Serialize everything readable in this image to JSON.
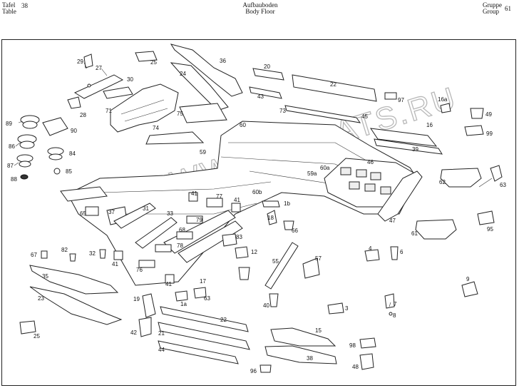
{
  "header": {
    "left_word_de": "Tafel",
    "left_word_en": "Table",
    "table_number": "38",
    "center_de": "Aufbauboden",
    "center_en": "Body Floor",
    "right_word_de": "Gruppe",
    "right_word_en": "Group",
    "group_number": "61"
  },
  "watermark": "WWW.ELCATS.RU",
  "callouts": [
    "1a",
    "1b",
    "3",
    "4",
    "6",
    "7",
    "8",
    "9",
    "12",
    "15",
    "16",
    "16a",
    "17",
    "18",
    "19",
    "20",
    "21",
    "22",
    "23",
    "24",
    "25",
    "28",
    "29",
    "30",
    "31",
    "32",
    "33",
    "35",
    "36",
    "37",
    "38",
    "39",
    "40",
    "41",
    "42",
    "43",
    "44",
    "45",
    "46",
    "47",
    "48",
    "49",
    "55",
    "57",
    "59",
    "59a",
    "60",
    "60a",
    "60b",
    "61",
    "62",
    "63",
    "65",
    "66",
    "67",
    "68",
    "71",
    "73",
    "74",
    "75",
    "76",
    "77",
    "78",
    "79",
    "82",
    "83",
    "84",
    "85",
    "86",
    "87",
    "88",
    "89",
    "90",
    "95",
    "96",
    "97",
    "98",
    "99"
  ],
  "callout_text": {
    "c1a": "1a",
    "c1b": "1b",
    "c3": "3",
    "c4": "4",
    "c6": "6",
    "c7": "7",
    "c8": "8",
    "c9": "9",
    "c12": "12",
    "c15": "15",
    "c16": "16",
    "c16a": "16a",
    "c17": "17",
    "c18": "18",
    "c19": "19",
    "c20": "20",
    "c21": "21",
    "c22a": "22",
    "c22b": "22",
    "c23": "23",
    "c24": "24",
    "c25a": "25",
    "c25b": "25",
    "c27": "27",
    "c28": "28",
    "c29": "29",
    "c30": "30",
    "c31": "31",
    "c32": "32",
    "c33": "33",
    "c35": "35",
    "c36": "36",
    "c37": "37",
    "c38": "38",
    "c39": "39",
    "c40": "40",
    "c41a": "41",
    "c41b": "41",
    "c41c": "41",
    "c41d": "41",
    "c42": "42",
    "c43": "43",
    "c44": "44",
    "c45": "45",
    "c46": "46",
    "c47": "47",
    "c48": "48",
    "c49": "49",
    "c55": "55",
    "c57": "57",
    "c59": "59",
    "c59a": "59a",
    "c60": "60",
    "c60a": "60a",
    "c60b": "60b",
    "c61": "61",
    "c62": "62",
    "c63a": "63",
    "c63b": "63",
    "c65": "65",
    "c66": "66",
    "c67": "67",
    "c68": "68",
    "c71": "71",
    "c73": "73",
    "c74": "74",
    "c75": "75",
    "c76": "76",
    "c77": "77",
    "c78": "78",
    "c79": "79",
    "c82": "82",
    "c83": "83",
    "c84": "84",
    "c85": "85",
    "c86": "86",
    "c87": "87",
    "c88": "88",
    "c89": "89",
    "c90": "90",
    "c95": "95",
    "c96": "96",
    "c97": "97",
    "c98": "98",
    "c99": "99"
  }
}
